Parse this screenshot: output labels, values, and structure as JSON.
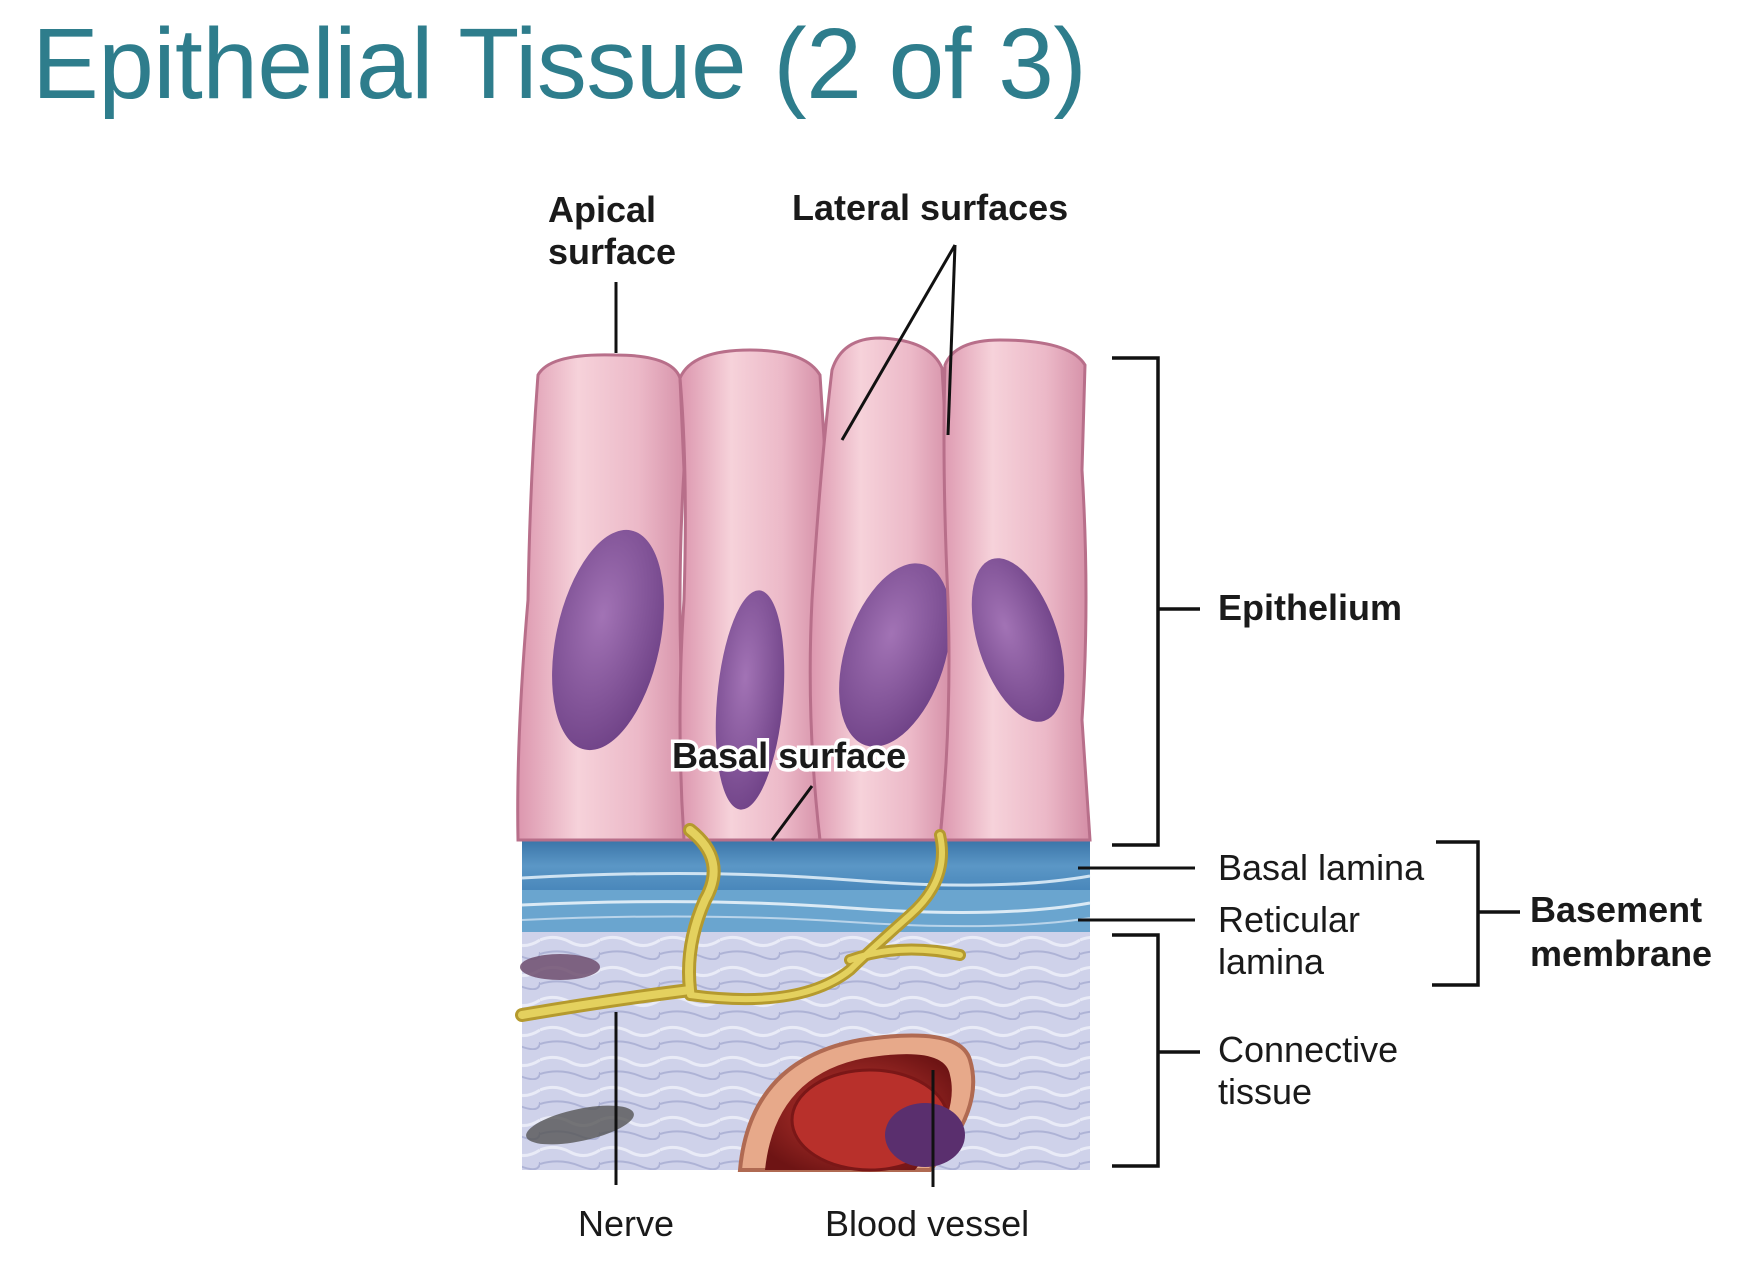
{
  "title": "Epithelial Tissue (2 of 3)",
  "labels": {
    "apical_1": "Apical",
    "apical_2": "surface",
    "lateral": "Lateral surfaces",
    "basal_surface": "Basal surface",
    "epithelium": "Epithelium",
    "basal_lamina": "Basal lamina",
    "reticular_1": "Reticular",
    "reticular_2": "lamina",
    "basement_1": "Basement",
    "basement_2": "membrane",
    "connective_1": "Connective",
    "connective_2": "tissue",
    "nerve": "Nerve",
    "blood_vessel": "Blood vessel"
  },
  "colors": {
    "title": "#2e7d8c",
    "cell": "#e9aec0",
    "nucleus": "#8a5b9e",
    "basal_lamina": "#3f7fb3",
    "connective": "#c9cde8",
    "nerve": "#d8c24a",
    "blood": "#8e1f1f"
  }
}
